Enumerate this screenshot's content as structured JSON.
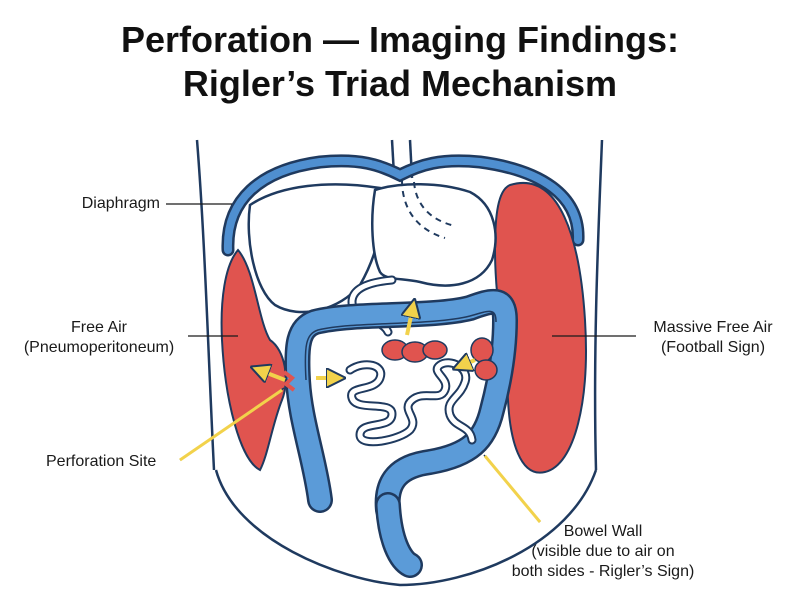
{
  "title": {
    "line1": "Perforation — Imaging Findings:",
    "line2": "Rigler’s Triad Mechanism"
  },
  "labels": {
    "diaphragm": "Diaphragm",
    "free_air_line1": "Free Air",
    "free_air_line2": "(Pneumoperitoneum)",
    "massive_line1": "Massive Free Air",
    "massive_line2": "(Football Sign)",
    "perforation_site": "Perforation Site",
    "bowel_wall_line1": "Bowel Wall",
    "bowel_wall_line2": "(visible due to air on",
    "bowel_wall_line3": "both sides - Rigler’s Sign)"
  },
  "colors": {
    "air_red": "#e0544f",
    "air_red_dark": "#c8383a",
    "bowel_blue": "#5b9bd8",
    "outline_navy": "#1f3a5f",
    "arrow_yellow": "#f2d24b",
    "diaphragm_blue": "#4f8fd0"
  }
}
